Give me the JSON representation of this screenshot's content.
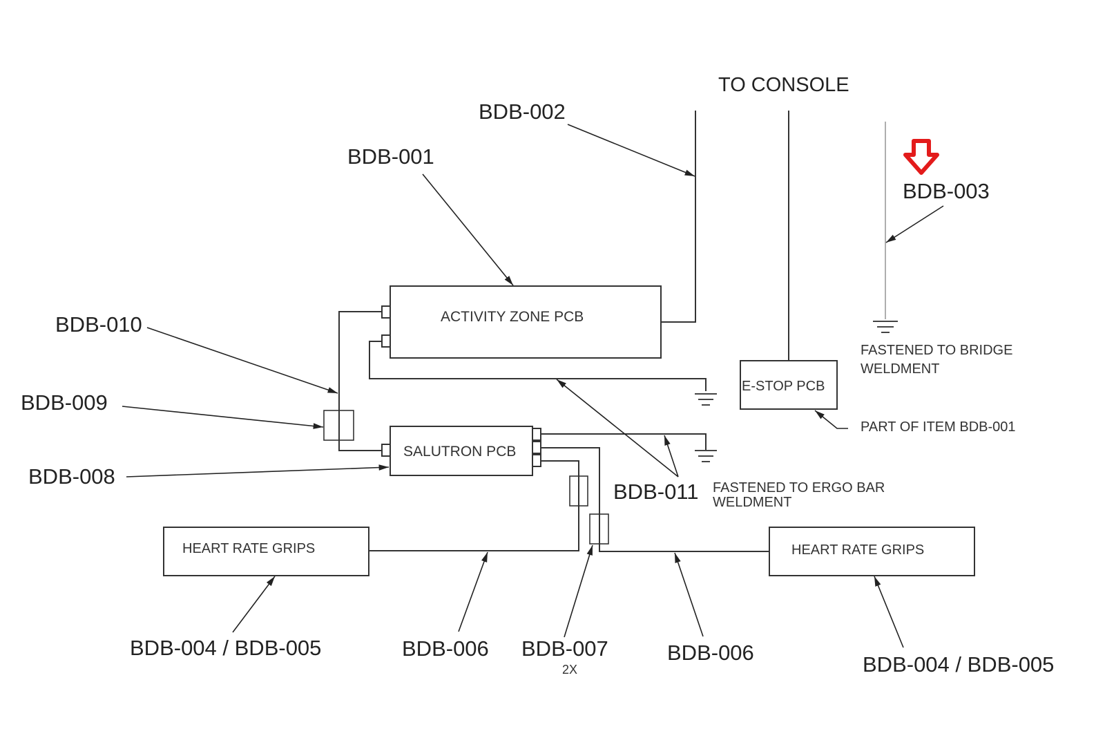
{
  "diagram": {
    "title_label": "TO CONSOLE",
    "components": {
      "activity_zone_pcb": "ACTIVITY ZONE PCB",
      "salutron_pcb": "SALUTRON PCB",
      "estop_pcb": "E-STOP PCB",
      "heart_rate_grips_left": "HEART RATE GRIPS",
      "heart_rate_grips_right": "HEART RATE GRIPS"
    },
    "callouts": {
      "bdb_001": "BDB-001",
      "bdb_002": "BDB-002",
      "bdb_003": "BDB-003",
      "bdb_004_005_left": "BDB-004 / BDB-005",
      "bdb_004_005_right": "BDB-004 / BDB-005",
      "bdb_006_left": "BDB-006",
      "bdb_006_right": "BDB-006",
      "bdb_007": "BDB-007",
      "bdb_007_qty": "2X",
      "bdb_008": "BDB-008",
      "bdb_009": "BDB-009",
      "bdb_010": "BDB-010",
      "bdb_011": "BDB-011"
    },
    "notes": {
      "bridge_line1": "FASTENED TO BRIDGE",
      "bridge_line2": "WELDMENT",
      "part_of_item": "PART OF ITEM BDB-001",
      "ergo_line1": "FASTENED TO ERGO BAR",
      "ergo_line2": "WELDMENT"
    },
    "highlight": {
      "icon": "red-down-arrow-icon",
      "target": "BDB-003",
      "color": "#e31b1b"
    }
  }
}
